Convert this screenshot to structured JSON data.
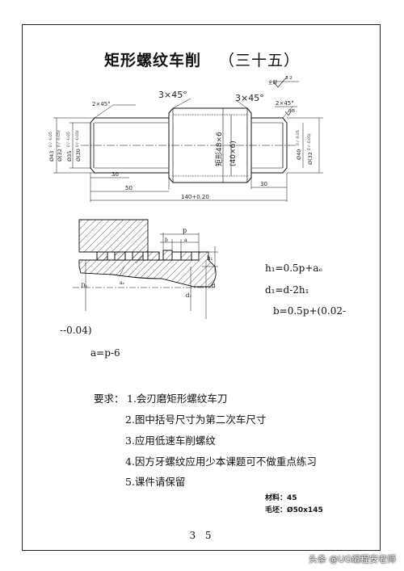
{
  "title": "矩形螺纹车削",
  "title_number": "（三十五）",
  "drawing1": {
    "chamfer_left_big": "3×45°",
    "chamfer_right_big": "3×45°",
    "chamfer_left_small": "2×45°",
    "chamfer_right_small": "2×45°",
    "surface_finish": "全部",
    "surface_value": "3.2",
    "roughness_right": "0.8",
    "dia_left_1": "Ø43",
    "dia_left_1_tol": "0 / -0.05",
    "dia_left_2": "Ø(32",
    "dia_left_2_tol": "0 / -0.05)",
    "dia_left_3": "Ø35",
    "dia_left_3_tol": "0 / -0.05",
    "dia_left_4": "Ø(30",
    "dia_left_4_tol": "0 / -0.05)",
    "thread_label": "矩形48×6",
    "thread_label_2": "(40×6)",
    "dia_right_1": "Ø40",
    "dia_right_1_tol": "0 / -0.05",
    "dia_right_2": "Ø(32",
    "dia_right_2_tol": "0 / -0.05)",
    "dim_30_left": "30",
    "dim_50": "50",
    "dim_30_right": "30",
    "dim_total": "140+0.20"
  },
  "drawing2": {
    "p": "p",
    "b": "b",
    "a": "a",
    "h1": "h₁",
    "D1": "D₁",
    "ae": "aₑ",
    "d1": "d₁",
    "d": "d"
  },
  "formulas": {
    "h1": "h₁=0.5p+aₑ",
    "d1": "d₁=d-2h₁",
    "b_line1": "b=0.5p+(0.02-",
    "b_line2": "--0.04)",
    "a": "a=p-6"
  },
  "requirements": {
    "label": "要求：",
    "items": [
      "1.会刃磨矩形螺纹车刀",
      "2.图中括号尺寸为第二次车尺寸",
      "3.应用低速车削螺纹",
      "4.因方牙螺纹应用少本课题可不做重点练习",
      "5.课件请保留"
    ]
  },
  "material": {
    "material_label": "材料：45",
    "blank_label": "毛坯：Ø50x145"
  },
  "page_number": "3 5",
  "watermark": "头条 @UG编程安老师"
}
